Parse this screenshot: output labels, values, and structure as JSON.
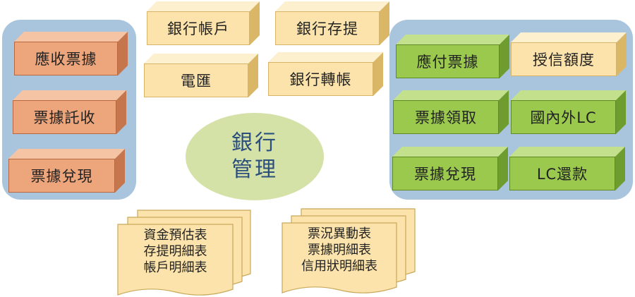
{
  "center": {
    "line1": "銀行",
    "line2": "管理"
  },
  "left_panel": {
    "items": [
      {
        "label": "應收票據"
      },
      {
        "label": "票據託收"
      },
      {
        "label": "票據兌現"
      }
    ]
  },
  "top_boxes": [
    {
      "label": "銀行帳戶"
    },
    {
      "label": "銀行存提"
    },
    {
      "label": "電匯"
    },
    {
      "label": "銀行轉帳"
    }
  ],
  "right_panel": {
    "items": [
      {
        "label": "應付票據"
      },
      {
        "label": "授信額度"
      },
      {
        "label": "票據領取"
      },
      {
        "label": "國內外LC"
      },
      {
        "label": "票據兌現"
      },
      {
        "label": "LC還款"
      }
    ]
  },
  "reports": [
    {
      "lines": [
        "資金預估表",
        "存提明細表",
        "帳戶明細表"
      ]
    },
    {
      "lines": [
        "票況異動表",
        "票據明細表",
        "信用狀明細表"
      ]
    }
  ],
  "colors": {
    "panel": "#a9c4dd",
    "orange_box": "#eda57c",
    "tan_box": "#fbe3ab",
    "green_box": "#9ac94e",
    "center_ellipse": "#d4e2a8",
    "center_text": "#2c4f7c",
    "document": "#fbe3ab"
  }
}
